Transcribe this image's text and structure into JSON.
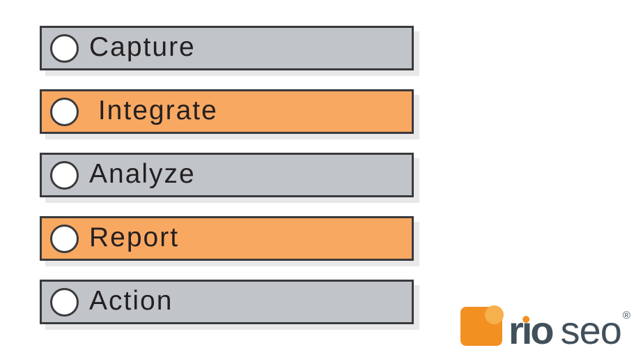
{
  "steps": {
    "items": [
      {
        "label": "Capture",
        "variant": "gray"
      },
      {
        "label": " Integrate",
        "variant": "orange"
      },
      {
        "label": "Analyze",
        "variant": "gray"
      },
      {
        "label": "Report",
        "variant": "orange"
      },
      {
        "label": "Action",
        "variant": "gray"
      }
    ]
  },
  "logo": {
    "brand_r": "r",
    "brand_i_dotless": "ı",
    "brand_o": "o",
    "brand_seo": "seo",
    "registered": "®"
  },
  "colors": {
    "background": "#ffffff",
    "bar_gray": "#c1c5ca",
    "bar_orange": "#f9a862",
    "bar_border": "#3a3a3c",
    "bar_shadow": "#e8e8ea",
    "bar_text": "#231f20",
    "logo_square": "#f29022",
    "logo_bubble": "#f6b04e",
    "logo_text": "#41505b"
  }
}
